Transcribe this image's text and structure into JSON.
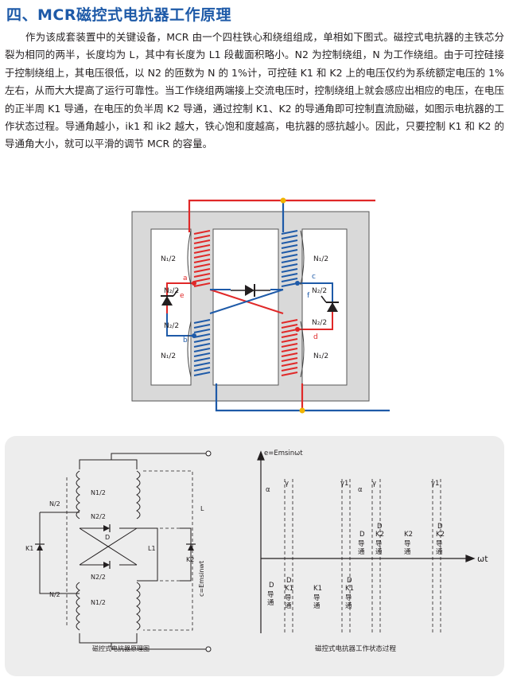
{
  "heading": "四、MCR磁控式电抗器工作原理",
  "paragraph": "作为该成套装置中的关键设备，MCR 由一个四柱铁心和绕组组成，单相如下图式。磁控式电抗器的主铁芯分裂为相同的两半，长度均为 L，其中有长度为 L1 段截面积略小。N2 为控制绕组，N 为工作绕组。由于可控硅接于控制绕组上，其电压很低，以 N2 的匝数为 N 的 1%计，可控硅 K1 和 K2 上的电压仅约为系统额定电压的 1%左右，从而大大提高了运行可靠性。当工作绕组两端接上交流电压时，控制绕组上就会感应出相应的电压，在电压的正半周 K1 导通，在电压的负半周 K2 导通，通过控制 K1、K2 的导通角即可控制直流励磁，如图示电抗器的工作状态过程。导通角越小，ik1 和 ik2 越大，铁心饱和度越高，电抗器的感抗越小。因此，只要控制 K1 和 K2 的导通角大小，就可以平滑的调节 MCR 的容量。",
  "core_diagram": {
    "labels": {
      "n1_top_left": "N₁/2",
      "n2_top_left": "N₂/2",
      "n2_bottom_left": "N₂/2",
      "n1_bottom_left": "N₁/2",
      "n1_top_right": "N₁/2",
      "n2_top_right": "N₂/2",
      "n2_bottom_right": "N₂/2",
      "n1_bottom_right": "N₁/2",
      "a": "a",
      "b": "b",
      "c": "c",
      "d": "d",
      "e": "e",
      "f": "f"
    },
    "colors": {
      "red": "#e02828",
      "blue": "#1e5aa8",
      "core": "#d9d9d9",
      "node": "#f0b400"
    }
  },
  "schematic": {
    "labels": {
      "n1_top": "N1/2",
      "n2_top": "N2/2",
      "n_left_top": "N/2",
      "k1": "K1",
      "d": "D",
      "l1": "L1",
      "k2": "K2",
      "n2_bottom": "N2/2",
      "n1_bottom": "N1/2",
      "n_left_bottom": "N/2",
      "l": "L",
      "voltage": "c=Emsinwt"
    },
    "caption": "磁控式电抗器原理图"
  },
  "waveform": {
    "y_axis_label": "e=Emsinωt",
    "x_axis_label": "ωt",
    "top_labels": {
      "alpha1": "α",
      "gamma1": "γ",
      "gamma1b": "γ1",
      "alpha2": "α",
      "gamma2": "γ",
      "gamma1c": "γ1"
    },
    "segments_above": {
      "s1_a": "D",
      "s1_b": "导",
      "s1_c": "通",
      "s2_a": "D",
      "s2_b": "K2",
      "s2_c": "导",
      "s2_d": "通",
      "s3_a": "K2",
      "s3_b": "导",
      "s3_c": "通",
      "s4_a": "D",
      "s4_b": "K2",
      "s4_c": "导",
      "s4_d": "通"
    },
    "segments_below": {
      "s1_a": "D",
      "s1_b": "导",
      "s1_c": "通",
      "s2_a": "D",
      "s2_b": "K1",
      "s2_c": "导",
      "s2_d": "通",
      "s3_a": "K1",
      "s3_b": "导",
      "s3_c": "通",
      "s4_a": "D",
      "s4_b": "K1",
      "s4_c": "导",
      "s4_d": "通"
    },
    "caption": "磁控式电抗器工作状态过程"
  }
}
